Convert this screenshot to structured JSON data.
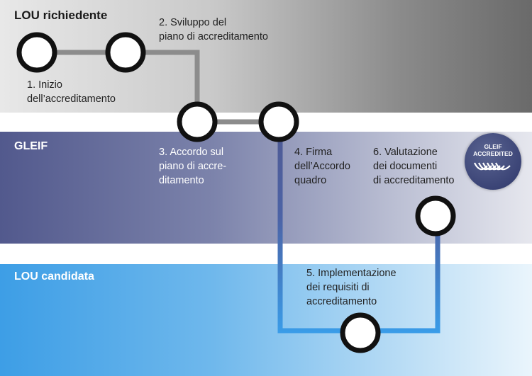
{
  "lanes": {
    "requesting": "LOU richiedente",
    "gleif": "GLEIF",
    "candidate": "LOU candidata"
  },
  "steps": {
    "s1": "1. Inizio\ndell’accreditamento",
    "s2": "2. Sviluppo del\npiano di accreditamento",
    "s3": "3. Accordo sul\npiano di accre-\nditamento",
    "s4": "4. Firma\ndell’Accordo\nquadro",
    "s5": "5. Implementazione\ndei requisiti di\naccreditamento",
    "s6": "6. Valutazione\ndei documenti\ndi accreditamento"
  },
  "badge": {
    "text": "GLEIF\nACCREDITED"
  },
  "colors": {
    "connector_grey": "#8c8c8c",
    "connector_blue_top": "#4f5a93",
    "connector_blue_bottom": "#3a9ce8",
    "node_stroke": "#111111",
    "node_fill": "#ffffff"
  }
}
